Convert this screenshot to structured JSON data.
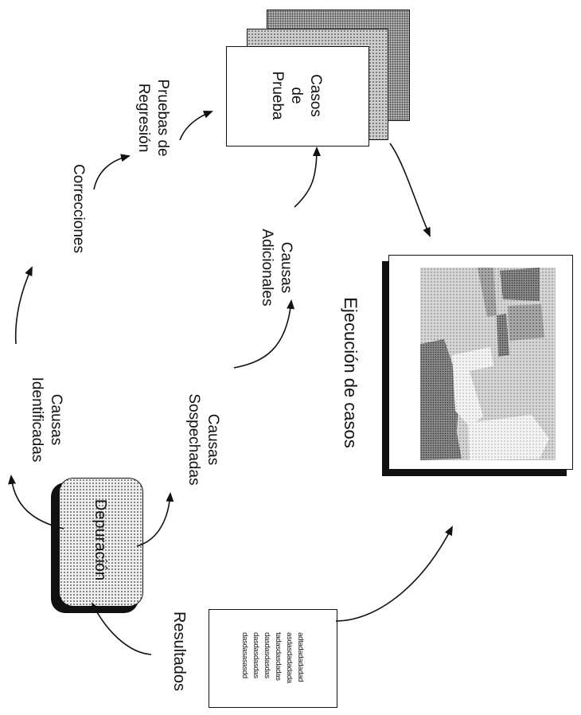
{
  "nodes": {
    "casos_prueba": [
      "Casos",
      "de",
      "Prueba"
    ],
    "ejecucion": "Ejecución de casos",
    "resultados": {
      "label": "Resultados",
      "lines": [
        "adtadadadadad",
        "asdasdadadada",
        "tadasdasdadas",
        "dasdasdasdas",
        "dasdasdasdas",
        "dasdasasasdd"
      ]
    },
    "depuracion": "Depuración",
    "causas_sospechadas": [
      "Causas",
      "Sospechadas"
    ],
    "causas_adicionales": [
      "Causas",
      "Adicionales"
    ],
    "causas_identificadas": [
      "Causas",
      "Identificadas"
    ],
    "correcciones": "Correcciones",
    "pruebas_regresion": [
      "Pruebas de",
      "Regresión"
    ]
  },
  "colors": {
    "stroke": "#111111",
    "background": "#ffffff"
  }
}
